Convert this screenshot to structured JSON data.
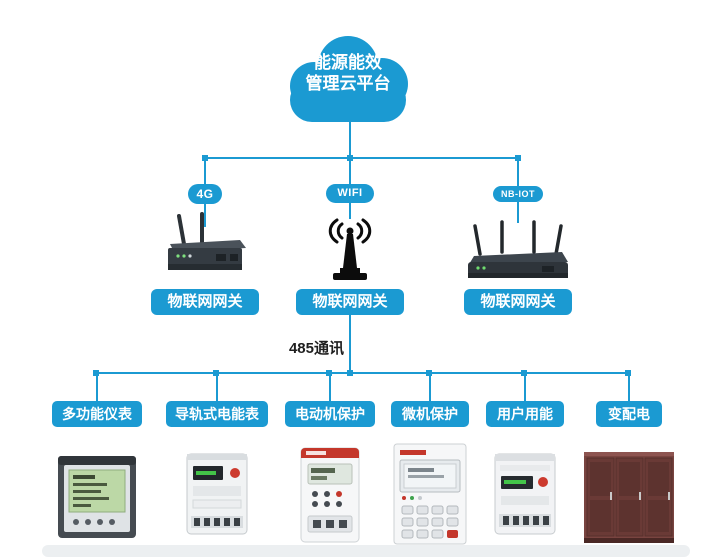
{
  "colors": {
    "primary": "#1b9ad2"
  },
  "cloud": {
    "line1": "能源能效",
    "line2": "管理云平台",
    "icon": "cloud-icon"
  },
  "gateways": [
    {
      "badge": "4G",
      "label": "物联网网关",
      "icon": "cellular-router-icon"
    },
    {
      "badge": "WIFI",
      "label": "物联网网关",
      "icon": "wifi-antenna-icon"
    },
    {
      "badge": "NB-IOT",
      "label": "物联网网关",
      "icon": "nbiot-router-icon"
    }
  ],
  "bus": {
    "label": "485通讯"
  },
  "devices": [
    {
      "label": "多功能仪表",
      "icon": "multifunction-meter-icon"
    },
    {
      "label": "导轨式电能表",
      "icon": "din-rail-energy-meter-icon"
    },
    {
      "label": "电动机保护",
      "icon": "motor-protection-device-icon"
    },
    {
      "label": "微机保护",
      "icon": "microcomputer-protection-device-icon"
    },
    {
      "label": "用户用能",
      "icon": "user-energy-meter-icon"
    },
    {
      "label": "变配电",
      "icon": "power-distribution-cabinet-icon"
    }
  ]
}
